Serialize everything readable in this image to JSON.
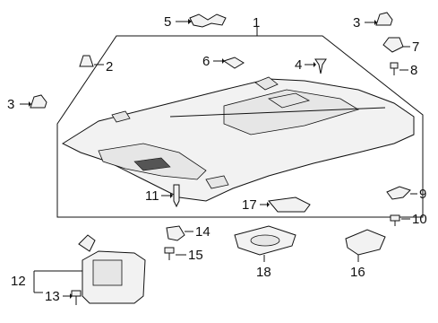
{
  "diagram": {
    "callouts": [
      {
        "id": "1",
        "text": "1"
      },
      {
        "id": "2",
        "text": "2"
      },
      {
        "id": "3a",
        "text": "3"
      },
      {
        "id": "3b",
        "text": "3"
      },
      {
        "id": "4",
        "text": "4"
      },
      {
        "id": "5",
        "text": "5"
      },
      {
        "id": "6",
        "text": "6"
      },
      {
        "id": "7",
        "text": "7"
      },
      {
        "id": "8",
        "text": "8"
      },
      {
        "id": "9",
        "text": "9"
      },
      {
        "id": "10",
        "text": "10"
      },
      {
        "id": "11",
        "text": "11"
      },
      {
        "id": "12",
        "text": "12"
      },
      {
        "id": "13",
        "text": "13"
      },
      {
        "id": "14",
        "text": "14"
      },
      {
        "id": "15",
        "text": "15"
      },
      {
        "id": "16",
        "text": "16"
      },
      {
        "id": "17",
        "text": "17"
      },
      {
        "id": "18",
        "text": "18"
      }
    ]
  }
}
